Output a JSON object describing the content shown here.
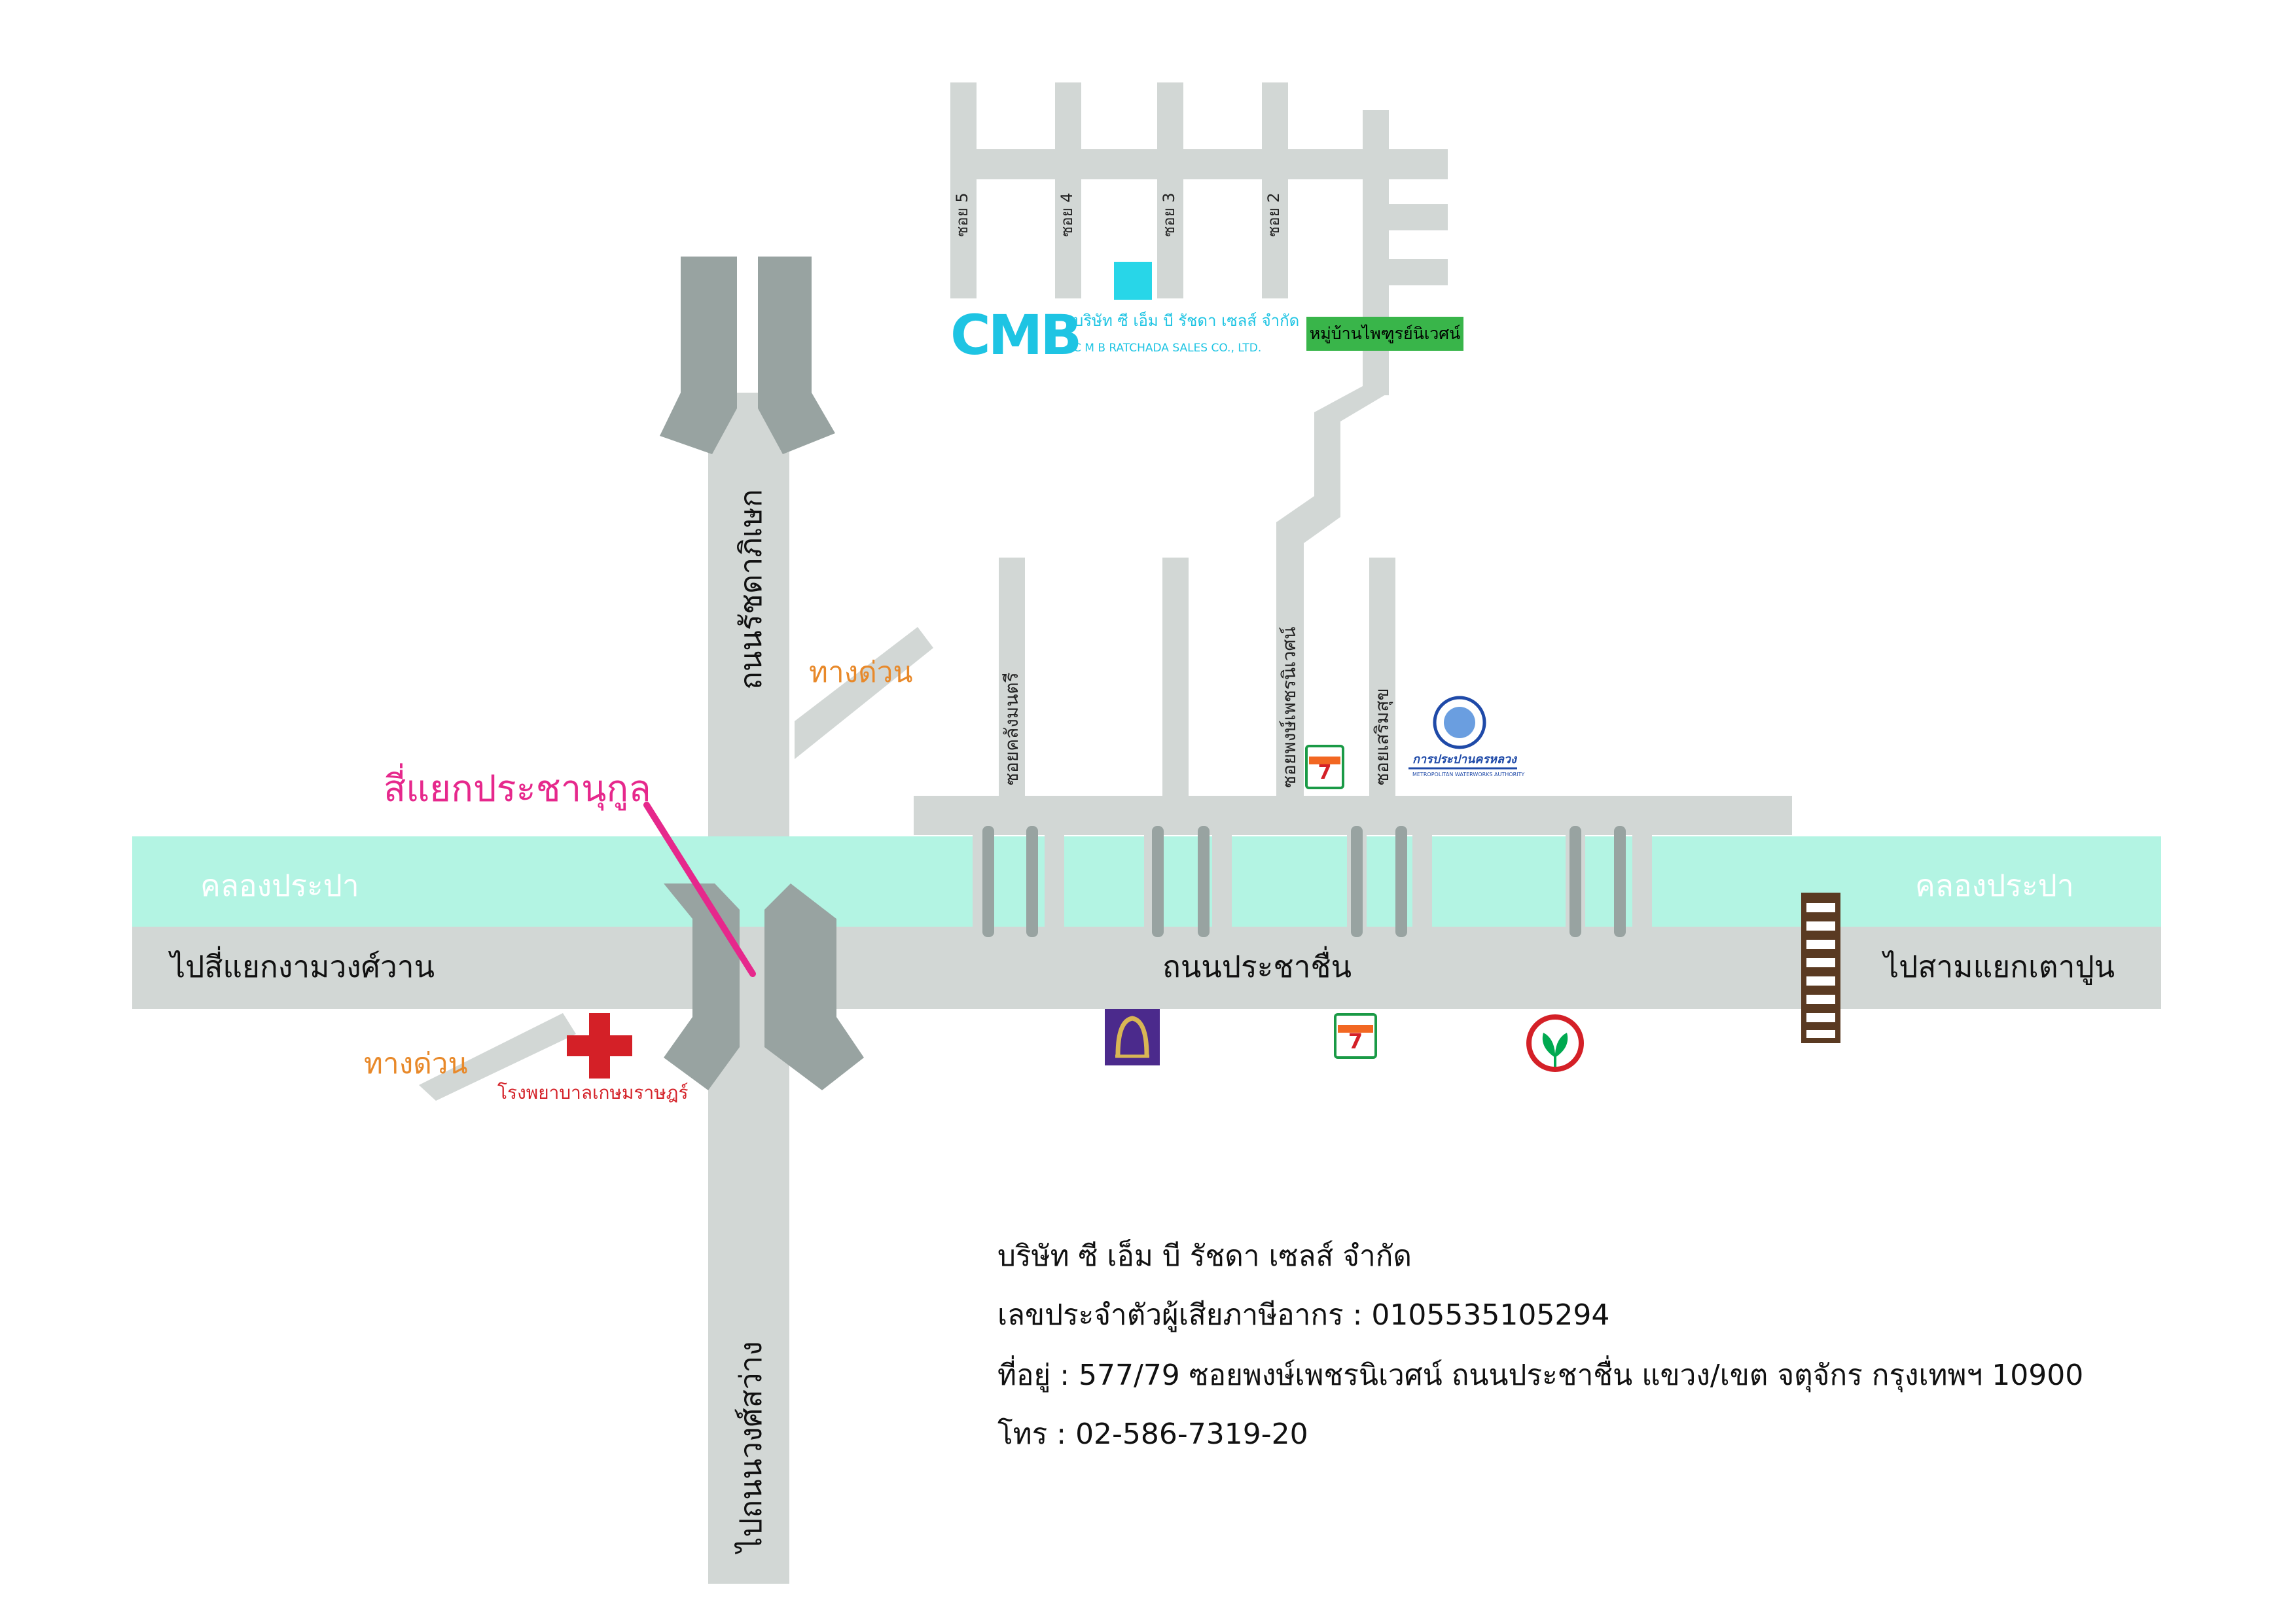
{
  "labels": {
    "intersection": "สี่แยกประชานุกูล",
    "canal_left": "คลองประปา",
    "canal_right": "คลองประปา",
    "road_left": "ไปสี่แยกงามวงศ์วาน",
    "road_center": "ถนนประชาชื่น",
    "road_right": "ไปสามแยกเตาปูน",
    "expressway_upper": "ทางด่วน",
    "expressway_lower": "ทางด่วน",
    "road_north": "ถนนรัชดาภิเษก",
    "road_south": "ไปถนนวงศ์สว่าง",
    "soi_5": "ซอย 5",
    "soi_4": "ซอย 4",
    "soi_3": "ซอย 3",
    "soi_2": "ซอย 2",
    "soi_khlong": "ซอยคลังมนตรี",
    "soi_phong": "ซอยพงษ์เพชรนิเวศน์",
    "soi_serm": "ซอยเสริมสุข",
    "hospital": "โรงพยาบาลเกษมราษฎร์",
    "village": "หมู่บ้านไพฑูรย์นิเวศน์",
    "cmb_logo": "CMB",
    "cmb_th": "บริษัท ซี เอ็ม บี รัชดา เซลส์ จำกัด",
    "cmb_en": "C M B RATCHADA SALES CO., LTD.",
    "mwa_th": "การประปานครหลวง",
    "mwa_en": "METROPOLITAN WATERWORKS AUTHORITY"
  },
  "info": {
    "company": "บริษัท ซี เอ็ม บี รัชดา เซลส์ จำกัด",
    "tax_id": "เลขประจำตัวผู้เสียภาษีอากร : 0105535105294",
    "address": "ที่อยู่ : 577/79 ซอยพงษ์เพชรนิเวศน์ ถนนประชาชื่น แขวง/เขต จตุจักร กรุงเทพฯ 10900",
    "phone": "โทร : 02-586-7319-20"
  },
  "icons": {
    "seven_eleven": "7-eleven-icon",
    "hospital": "red-cross-icon",
    "bank_scb": "scb-bank-icon",
    "bank_kbank": "kbank-icon",
    "railway": "railway-track-icon",
    "mwa": "mwa-logo-icon"
  },
  "colors": {
    "road": "#d2d7d5",
    "road_dark": "#98a3a1",
    "canal": "#b3f4e3",
    "magenta": "#e6288c",
    "orange": "#e8892a",
    "hospital_red": "#d42027",
    "cmb_cyan": "#1ec4e3",
    "village_green": "#39b54a",
    "railway_brown": "#5a3a22"
  }
}
